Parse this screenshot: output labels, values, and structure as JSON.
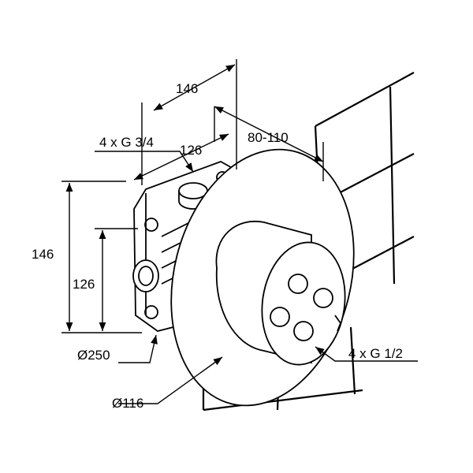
{
  "dimensions": {
    "depth_total": "146",
    "connections_top": "4 x G 3/4",
    "depth_inner": "126",
    "wall_range": "80-110",
    "height_total": "146",
    "height_inner": "126",
    "disc_diameter": "Ø250",
    "housing_diameter": "Ø116",
    "connections_front": "4 x G 1/2"
  },
  "colors": {
    "line": "#000000",
    "background": "#ffffff"
  }
}
